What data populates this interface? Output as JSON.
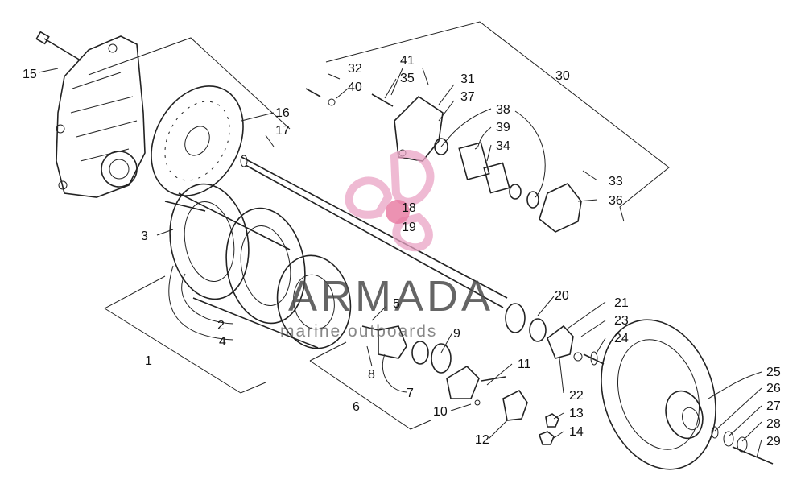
{
  "watermark": {
    "title": "ARMADA",
    "subtitle": "marine outboards",
    "logo_color": "#e9a3c4",
    "logo_center_color": "#e7779f"
  },
  "callouts": [
    "1",
    "2",
    "3",
    "4",
    "5",
    "6",
    "7",
    "8",
    "9",
    "10",
    "11",
    "12",
    "13",
    "14",
    "15",
    "16",
    "17",
    "18",
    "19",
    "20",
    "21",
    "22",
    "23",
    "24",
    "25",
    "26",
    "27",
    "28",
    "29",
    "30",
    "31",
    "32",
    "33",
    "34",
    "35",
    "36",
    "37",
    "38",
    "39",
    "40",
    "41"
  ]
}
